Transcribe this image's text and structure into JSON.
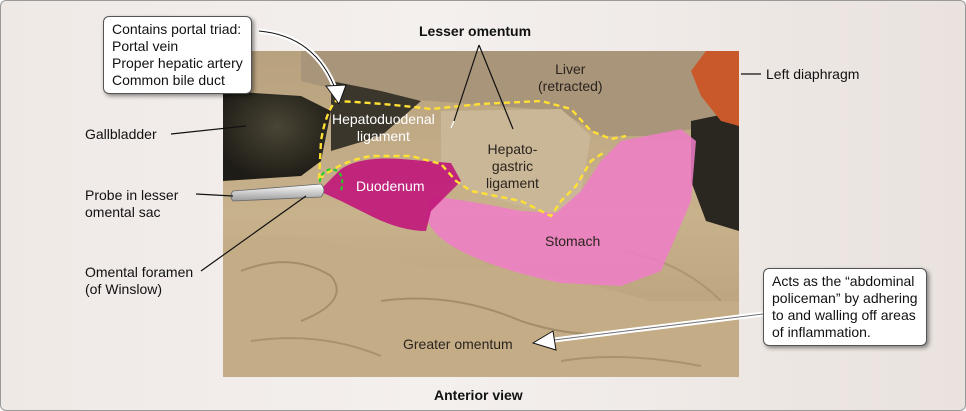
{
  "title": "Lesser omentum",
  "caption": "Anterior view",
  "callout_top": {
    "lines": [
      "Contains portal triad:",
      "Portal vein",
      "Proper hepatic artery",
      "Common bile duct"
    ]
  },
  "callout_right": {
    "lines": [
      "Acts as the “abdominal",
      "policeman” by adhering",
      "to and walling off areas",
      "of inflammation."
    ]
  },
  "labels": {
    "left_diaphragm": "Left diaphragm",
    "gallbladder": "Gallbladder",
    "probe": [
      "Probe in lesser",
      "omental sac"
    ],
    "omental_foramen": [
      "Omental foramen",
      "(of Winslow)"
    ],
    "liver": [
      "Liver",
      "(retracted)"
    ],
    "hepatoduodenal": [
      "Hepatoduodenal",
      "ligament"
    ],
    "hepatogastric": [
      "Hepato-",
      "gastric",
      "ligament"
    ],
    "duodenum": "Duodenum",
    "stomach": "Stomach",
    "greater_omentum": "Greater omentum"
  },
  "colors": {
    "duodenum_overlay": "#c0167a",
    "stomach_overlay": "#f07cc8",
    "outline_yellow": "#ffe033",
    "outline_green": "#22cc22",
    "diaphragm": "#c9582a"
  }
}
